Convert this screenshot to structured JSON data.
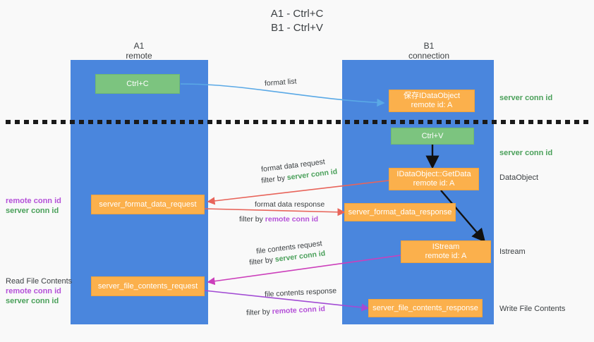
{
  "title": "A1 - Ctrl+C\nB1 - Ctrl+V",
  "columns": [
    {
      "name": "a1-column",
      "header": "A1\nremote"
    },
    {
      "name": "b1-column",
      "header": "B1\nconnection"
    }
  ],
  "nodes": {
    "ctrl_c": "Ctrl+C",
    "save_idataobject": "保存IDataObject\nremote id: A",
    "ctrl_v": "Ctrl+V",
    "getdata": "IDataObject::GetData\nremote id: A",
    "server_format_data_request": "server_format_data_request",
    "server_format_data_response": "server_format_data_response",
    "istream": "IStream\nremote id: A",
    "server_file_contents_request": "server_file_contents_request",
    "server_file_contents_response": "server_file_contents_response"
  },
  "right_labels": {
    "server_conn_id_top": "server conn id",
    "server_conn_id_mid": "server conn id",
    "dataobject": "DataObject",
    "istream": "Istream",
    "write_file_contents": "Write File Contents"
  },
  "left_labels": {
    "format_stack": {
      "line1": "remote conn id",
      "line2": "server conn id"
    },
    "read_file_contents": "Read File Contents",
    "file_stack": {
      "line1": "remote conn id",
      "line2": "server conn id"
    }
  },
  "edges": {
    "format_list": "format list",
    "format_data_request": "format data request",
    "format_data_request_filter_prefix": "filter by ",
    "format_data_request_filter_key": "server conn id",
    "format_data_response": "format data response",
    "format_data_response_filter_prefix": "filter by ",
    "format_data_response_filter_key": "remote conn id",
    "file_contents_request": "file contents request",
    "file_contents_request_filter_prefix": "filter by ",
    "file_contents_request_filter_key": "server conn id",
    "file_contents_response": "file contents response",
    "file_contents_response_filter_prefix": "filter by ",
    "file_contents_response_filter_key": "remote conn id"
  },
  "colors": {
    "lane": "#4a86dd",
    "orange": "#fbb04c",
    "green_box": "#7cc47f",
    "green_text": "#4aa05a",
    "purple_text": "#b450d8",
    "light_blue_arrow": "#5aa9e6",
    "red_arrow": "#e8645a",
    "magenta_arrow": "#cc3fbb",
    "purple_arrow": "#a24bd4",
    "black_arrow": "#111111",
    "background": "#f9f9f9"
  }
}
